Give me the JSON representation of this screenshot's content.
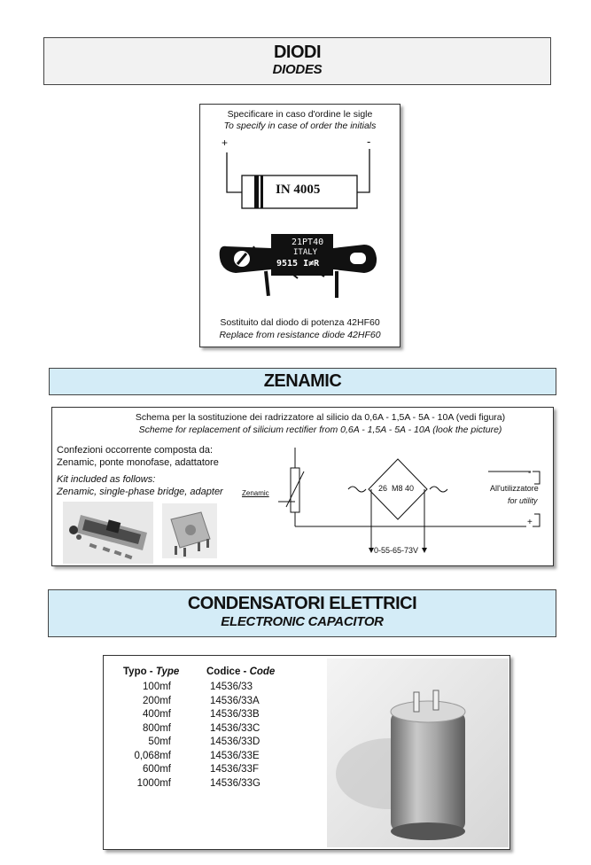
{
  "diodi": {
    "title": "DIODI",
    "subtitle": "DIODES",
    "instruction_it": "Specificare in caso d'ordine le sigle",
    "instruction_en": "To specify in case of order the initials",
    "plus": "+",
    "minus": "-",
    "diode_label": "IN 4005",
    "stamp_line1": "21PT40",
    "stamp_line2": "ITALY",
    "stamp_line3": "9515 I≠R",
    "footer_it": "Sostituito dal diodo di potenza 42HF60",
    "footer_en": "Replace from resistance diode 42HF60"
  },
  "zenamic": {
    "title": "ZENAMIC",
    "scheme_it": "Schema per la sostituzione dei radrizzatore al silicio da 0,6A - 1,5A - 5A - 10A (vedi figura)",
    "scheme_en": "Scheme for replacement of silicium rectifier from 0,6A - 1,5A - 5A - 10A (look the picture)",
    "kit_it_1": "Confezioni occorrente composta da:",
    "kit_it_2": "Zenamic, ponte monofase, adattatore",
    "kit_en_1": "Kit included as follows:",
    "kit_en_2": "Zenamic, single-phase bridge, adapter",
    "diagram": {
      "zenamic_label": "Zenamic",
      "bridge_label": "26  M8 40",
      "utility_it": "All'utilizzatore",
      "utility_en": "for utility",
      "voltage_label": "0-55-65-73V",
      "minus": "-",
      "plus": "+"
    }
  },
  "condensatori": {
    "title": "CONDENSATORI ELETTRICI",
    "subtitle": "ELECTRONIC CAPACITOR",
    "col_type_it": "Typo - ",
    "col_type_en": "Type",
    "col_code_it": "Codice - ",
    "col_code_en": "Code",
    "rows": [
      {
        "type": "100mf",
        "code": "14536/33"
      },
      {
        "type": "200mf",
        "code": "14536/33A"
      },
      {
        "type": "400mf",
        "code": "14536/33B"
      },
      {
        "type": "800mf",
        "code": "14536/33C"
      },
      {
        "type": "50mf",
        "code": "14536/33D"
      },
      {
        "type": "0,068mf",
        "code": "14536/33E"
      },
      {
        "type": "600mf",
        "code": "14536/33F"
      },
      {
        "type": "1000mf",
        "code": "14536/33G"
      }
    ]
  },
  "colors": {
    "banner_grey": "#f2f2f2",
    "banner_blue": "#d4ecf7",
    "border": "#444444"
  }
}
